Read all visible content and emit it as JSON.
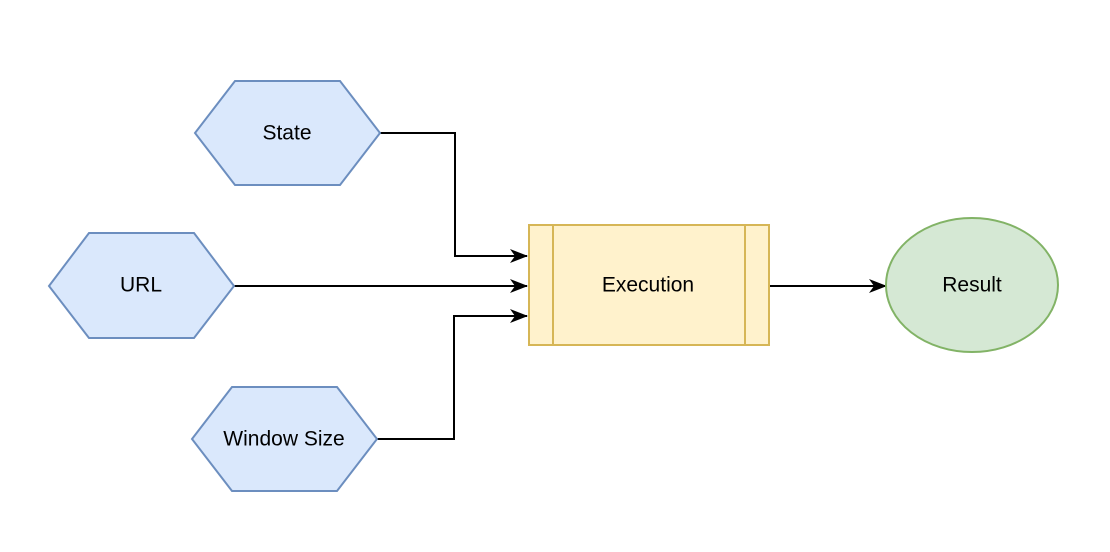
{
  "diagram": {
    "nodes": {
      "state": {
        "label": "State",
        "shape": "hexagon",
        "fill": "#dae8fc",
        "stroke": "#6c8ebf"
      },
      "url": {
        "label": "URL",
        "shape": "hexagon",
        "fill": "#dae8fc",
        "stroke": "#6c8ebf"
      },
      "window_size": {
        "label": "Window Size",
        "shape": "hexagon",
        "fill": "#dae8fc",
        "stroke": "#6c8ebf"
      },
      "execution": {
        "label": "Execution",
        "shape": "process",
        "fill": "#fff2cc",
        "stroke": "#d6b656"
      },
      "result": {
        "label": "Result",
        "shape": "ellipse",
        "fill": "#d5e8d4",
        "stroke": "#82b366"
      }
    },
    "edges": [
      {
        "from": "state",
        "to": "execution"
      },
      {
        "from": "url",
        "to": "execution"
      },
      {
        "from": "window_size",
        "to": "execution"
      },
      {
        "from": "execution",
        "to": "result"
      }
    ],
    "edge_color": "#000000"
  }
}
